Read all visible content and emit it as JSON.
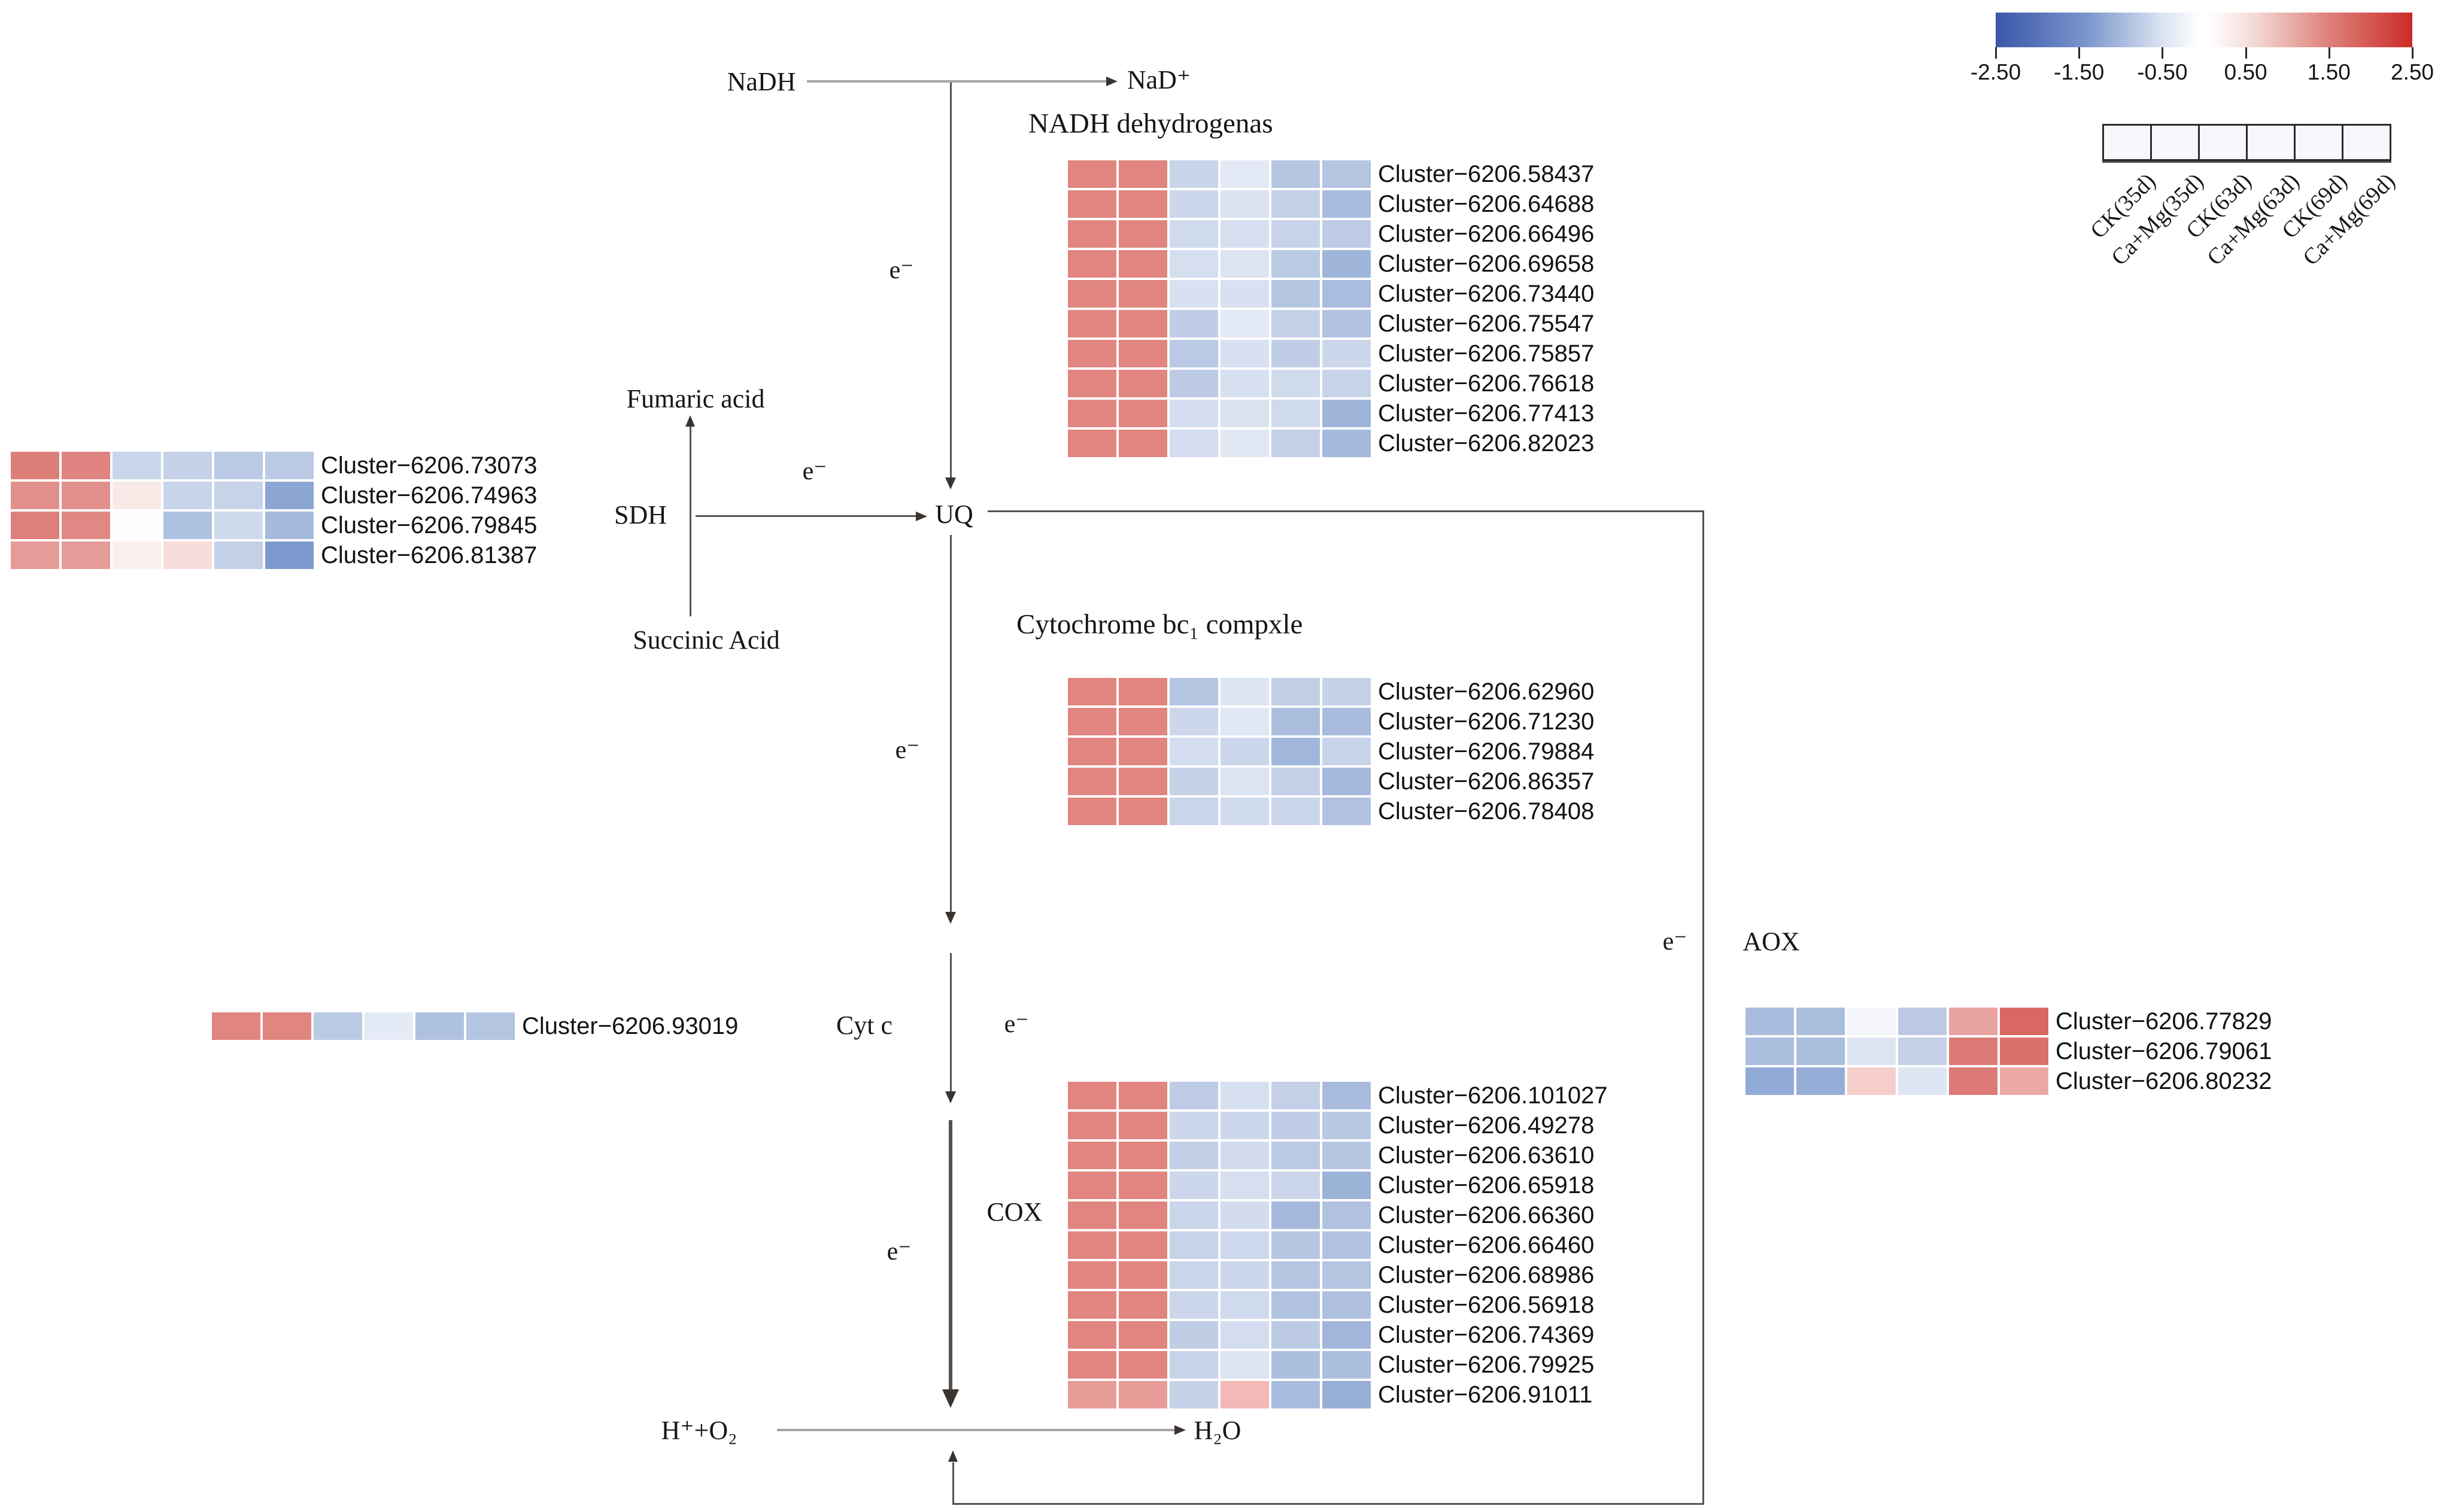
{
  "legend": {
    "scale_ticks": [
      "-2.50",
      "-1.50",
      "-0.50",
      "0.50",
      "1.50",
      "2.50"
    ],
    "scale_min_color": "#3a57a8",
    "scale_mid_color": "#ffffff",
    "scale_max_color": "#cb2b27",
    "columns": [
      "CK(35d)",
      "Ca+Mg(35d)",
      "CK(63d)",
      "Ca+Mg(63d)",
      "CK(69d)",
      "Ca+Mg(69d)"
    ]
  },
  "pathway": {
    "nadh": "NaDH",
    "nad_plus": "NaD⁺",
    "nadh_dehydrogenase_title": "NADH dehydrogenas",
    "electron": "e⁻",
    "fumaric": "Fumaric acid",
    "sdh": "SDH",
    "uq": "UQ",
    "succinic": "Succinic Acid",
    "cytochrome_bc1_title": "Cytochrome bc₁ compxle",
    "cyt_c": "Cyt c",
    "cox": "COX",
    "aox": "AOX",
    "h_plus_o2": "H⁺+O₂",
    "h2o": "H₂O"
  },
  "heatmaps": {
    "nadh_dehydrogenase": {
      "rows": [
        {
          "label": "Cluster−6206.58437",
          "cells": [
            "#e0857f",
            "#e0857f",
            "#c8d4ea",
            "#e3e9f5",
            "#b6c6e2",
            "#b4c5e2"
          ]
        },
        {
          "label": "Cluster−6206.64688",
          "cells": [
            "#e0857f",
            "#e0857f",
            "#ccd7eb",
            "#dbe3f2",
            "#c4d1e8",
            "#a9bcde"
          ]
        },
        {
          "label": "Cluster−6206.66496",
          "cells": [
            "#e0857f",
            "#e0857f",
            "#cfdaed",
            "#d5dff0",
            "#c7d3e9",
            "#bdcbe5"
          ]
        },
        {
          "label": "Cluster−6206.69658",
          "cells": [
            "#e0857f",
            "#e0857f",
            "#d5dff0",
            "#dce4f2",
            "#bac9e4",
            "#9fb6da"
          ]
        },
        {
          "label": "Cluster−6206.73440",
          "cells": [
            "#e0857f",
            "#e0857f",
            "#d8e1f1",
            "#d8e1f1",
            "#b6c6e2",
            "#aabdde"
          ]
        },
        {
          "label": "Cluster−6206.75547",
          "cells": [
            "#e0857f",
            "#e0857f",
            "#c0cde6",
            "#e3e9f5",
            "#c4d1e8",
            "#b2c3e1"
          ]
        },
        {
          "label": "Cluster−6206.75857",
          "cells": [
            "#e0857f",
            "#e0857f",
            "#bac9e4",
            "#d8e1f1",
            "#c0cde6",
            "#ccd7eb"
          ]
        },
        {
          "label": "Cluster−6206.76618",
          "cells": [
            "#e0857f",
            "#e0857f",
            "#bccae4",
            "#d7e0f0",
            "#d1dbee",
            "#c6d3e9"
          ]
        },
        {
          "label": "Cluster−6206.77413",
          "cells": [
            "#e0857f",
            "#e0857f",
            "#d4def0",
            "#dae2f2",
            "#cfdaed",
            "#9eb5d9"
          ]
        },
        {
          "label": "Cluster−6206.82023",
          "cells": [
            "#e0857f",
            "#e0857f",
            "#d3ddef",
            "#e1e8f4",
            "#c3d0e7",
            "#a4b9dc"
          ]
        }
      ]
    },
    "sdh": {
      "rows": [
        {
          "label": "Cluster−6206.73073",
          "cells": [
            "#dd7e79",
            "#df8480",
            "#c9d5ea",
            "#c4d1e8",
            "#bac9e4",
            "#bbcae4"
          ]
        },
        {
          "label": "Cluster−6206.74963",
          "cells": [
            "#e2908b",
            "#e2908b",
            "#f9e9e7",
            "#c8d4ea",
            "#c6d3e9",
            "#8ca6d3"
          ]
        },
        {
          "label": "Cluster−6206.79845",
          "cells": [
            "#dd807b",
            "#e08883",
            "#fcfdfe",
            "#afc1e0",
            "#cedaec",
            "#a6badd"
          ]
        },
        {
          "label": "Cluster−6206.81387",
          "cells": [
            "#e59b97",
            "#e59b97",
            "#fbefed",
            "#f8dedb",
            "#c3d0e7",
            "#7b99cc"
          ]
        }
      ]
    },
    "cytochrome_bc1": {
      "rows": [
        {
          "label": "Cluster−6206.62960",
          "cells": [
            "#e0857f",
            "#e0857f",
            "#b4c5e2",
            "#dde5f3",
            "#c1cee6",
            "#c5d2e8"
          ]
        },
        {
          "label": "Cluster−6206.71230",
          "cells": [
            "#e0857f",
            "#e0857f",
            "#ccd7eb",
            "#dfe7f4",
            "#abbede",
            "#a9bcde"
          ]
        },
        {
          "label": "Cluster−6206.79884",
          "cells": [
            "#e0857f",
            "#e0857f",
            "#d4def0",
            "#ccd7eb",
            "#a0b6da",
            "#c7d3e9"
          ]
        },
        {
          "label": "Cluster−6206.86357",
          "cells": [
            "#e0857f",
            "#e0857f",
            "#c5d2e8",
            "#dce4f3",
            "#c4d1e8",
            "#a4b9dc"
          ]
        },
        {
          "label": "Cluster−6206.78408",
          "cells": [
            "#e0857f",
            "#e0857f",
            "#c9d5ea",
            "#d0daed",
            "#cbd6eb",
            "#b1c2e0"
          ]
        }
      ]
    },
    "cyt_c": {
      "rows": [
        {
          "label": "Cluster−6206.93019",
          "cells": [
            "#e0857f",
            "#e0857f",
            "#bbcae4",
            "#e4eaf6",
            "#afc1e0",
            "#b4c5e2"
          ]
        }
      ]
    },
    "cox": {
      "rows": [
        {
          "label": "Cluster−6206.101027",
          "cells": [
            "#e0857f",
            "#e0857f",
            "#bdcbe5",
            "#d7e0f0",
            "#c3d0e7",
            "#a9bcde"
          ]
        },
        {
          "label": "Cluster−6206.49278",
          "cells": [
            "#e0857f",
            "#e0857f",
            "#ccd7eb",
            "#ccd7eb",
            "#c0cde6",
            "#b9c8e3"
          ]
        },
        {
          "label": "Cluster−6206.63610",
          "cells": [
            "#e0857f",
            "#e0857f",
            "#c2cfe6",
            "#d2dcee",
            "#bac9e4",
            "#b6c6e2"
          ]
        },
        {
          "label": "Cluster−6206.65918",
          "cells": [
            "#e0857f",
            "#e0857f",
            "#ccd7eb",
            "#d5dff0",
            "#cbd6ea",
            "#9cb3d8"
          ]
        },
        {
          "label": "Cluster−6206.66360",
          "cells": [
            "#e0857f",
            "#e0857f",
            "#c9d5ea",
            "#d2dcee",
            "#a4b9dc",
            "#b0c2e0"
          ]
        },
        {
          "label": "Cluster−6206.66460",
          "cells": [
            "#e0857f",
            "#e0857f",
            "#c6d3e9",
            "#cdd8ec",
            "#b6c6e2",
            "#b1c2e0"
          ]
        },
        {
          "label": "Cluster−6206.68986",
          "cells": [
            "#e0857f",
            "#e0857f",
            "#c9d5ea",
            "#ccd7eb",
            "#b5c5e2",
            "#b4c5e2"
          ]
        },
        {
          "label": "Cluster−6206.56918",
          "cells": [
            "#e0857f",
            "#e0857f",
            "#cbd6ea",
            "#d0daed",
            "#b2c3e1",
            "#b0c1e0"
          ]
        },
        {
          "label": "Cluster−6206.74369",
          "cells": [
            "#e0857f",
            "#e0857f",
            "#bfcde5",
            "#d3ddef",
            "#bccae4",
            "#a2b7db"
          ]
        },
        {
          "label": "Cluster−6206.79925",
          "cells": [
            "#e0857f",
            "#e0857f",
            "#c7d3e9",
            "#dde4f2",
            "#acbfdf",
            "#abbede"
          ]
        },
        {
          "label": "Cluster−6206.91011",
          "cells": [
            "#e79c98",
            "#e79c98",
            "#c5d2e8",
            "#f2b9b6",
            "#a8bcdd",
            "#97aed7"
          ]
        }
      ]
    },
    "aox": {
      "rows": [
        {
          "label": "Cluster−6206.77829",
          "cells": [
            "#a9bcde",
            "#aabede",
            "#f3f5fa",
            "#bcc9e4",
            "#e9a3a0",
            "#d96862"
          ]
        },
        {
          "label": "Cluster−6206.79061",
          "cells": [
            "#abbede",
            "#aabede",
            "#dde4f2",
            "#c3d0e7",
            "#dd7a75",
            "#db716b"
          ]
        },
        {
          "label": "Cluster−6206.80232",
          "cells": [
            "#92abd6",
            "#95add7",
            "#f5cdca",
            "#dfe6f3",
            "#dd7a75",
            "#eba9a5"
          ]
        }
      ]
    }
  }
}
